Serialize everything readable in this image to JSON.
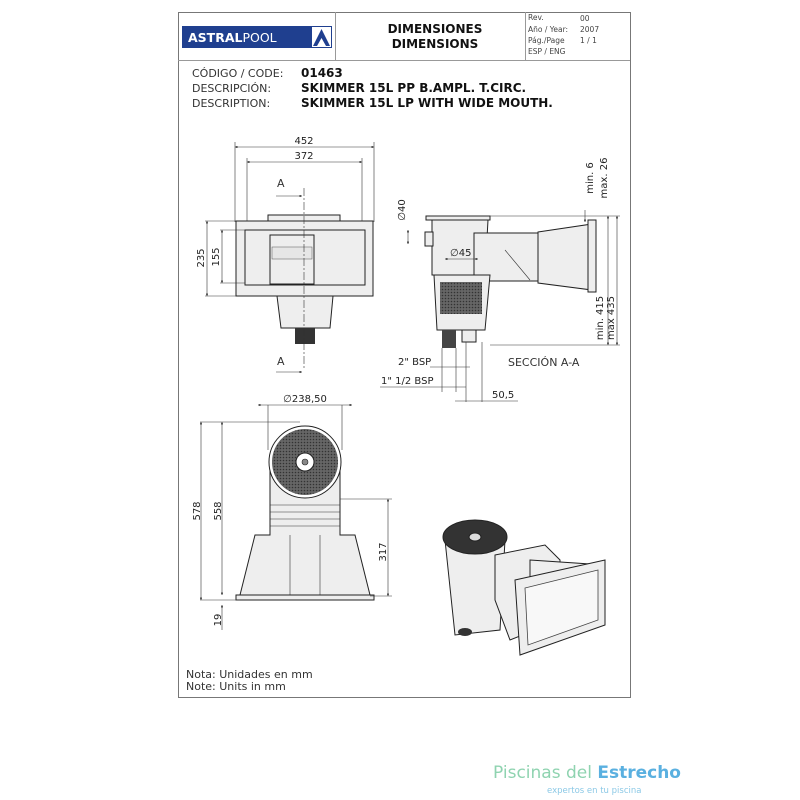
{
  "header": {
    "brand_bold": "ASTRAL",
    "brand_light": "POOL",
    "title_es": "DIMENSIONES",
    "title_en": "DIMENSIONS",
    "meta": {
      "rev_label": "Rev.",
      "rev_value": "00",
      "year_label": "Año / Year:",
      "year_value": "2007",
      "page_label": "Pág./Page",
      "page_value": "1 / 1",
      "lang": "ESP / ENG"
    }
  },
  "product": {
    "code_label": "CÓDIGO / CODE:",
    "code": "01463",
    "desc_es_label": "DESCRIPCIÓN:",
    "desc_es": "SKIMMER 15L PP B.AMPL. T.CIRC.",
    "desc_en_label": "DESCRIPTION:",
    "desc_en": "SKIMMER 15L LP WITH WIDE MOUTH."
  },
  "front_view": {
    "width_outer": "452",
    "width_inner": "372",
    "height_outer": "235",
    "height_inner": "155",
    "section_mark": "A"
  },
  "section_view": {
    "dia_40": "∅40",
    "dia_45": "∅45",
    "min6_max26_a": "min. 6",
    "min6_max26_b": "max. 26",
    "min415": "min. 415",
    "max435": "max 435",
    "bsp2": "2\" BSP",
    "bsp112": "1\" 1/2 BSP",
    "dist": "50,5",
    "title": "SECCIÓN A-A"
  },
  "top_view": {
    "dia": "∅238,50",
    "h578": "578",
    "h558": "558",
    "h317": "317",
    "h19": "19"
  },
  "notes": {
    "es": "Nota: Unidades en mm",
    "en": "Note: Units in mm"
  },
  "watermark": {
    "name_a": "Piscinas del ",
    "name_b": "Estrecho",
    "tagline": "expertos en tu piscina"
  },
  "colors": {
    "brand_blue": "#1f3f8f",
    "wm_green": "#8fd3b0",
    "wm_blue": "#5ab0e0"
  }
}
